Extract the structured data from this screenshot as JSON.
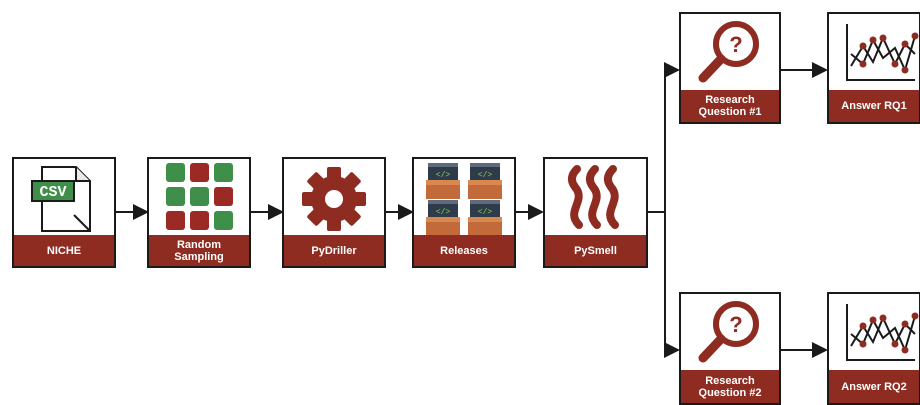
{
  "colors": {
    "label_bg": "#8e2c22",
    "border": "#1a1a1a",
    "tile_green": "#3f8f4a",
    "tile_red": "#9b2a24"
  },
  "pipeline": [
    {
      "id": "niche",
      "label": "NICHE",
      "icon": "csv-file-icon",
      "icon_text": "CSV"
    },
    {
      "id": "sampling",
      "label": "Random\nSampling",
      "icon": "grid-tiles-icon"
    },
    {
      "id": "pydriller",
      "label": "PyDriller",
      "icon": "gear-icon"
    },
    {
      "id": "releases",
      "label": "Releases",
      "icon": "code-boxes-icon"
    },
    {
      "id": "pysmell",
      "label": "PySmell",
      "icon": "smell-waves-icon"
    }
  ],
  "branches": [
    {
      "question": {
        "label": "Research\nQuestion #1",
        "icon": "magnifier-question-icon"
      },
      "answer": {
        "label": "Answer RQ1",
        "icon": "line-chart-icon"
      }
    },
    {
      "question": {
        "label": "Research\nQuestion #2",
        "icon": "magnifier-question-icon"
      },
      "answer": {
        "label": "Answer RQ2",
        "icon": "line-chart-icon"
      }
    }
  ]
}
